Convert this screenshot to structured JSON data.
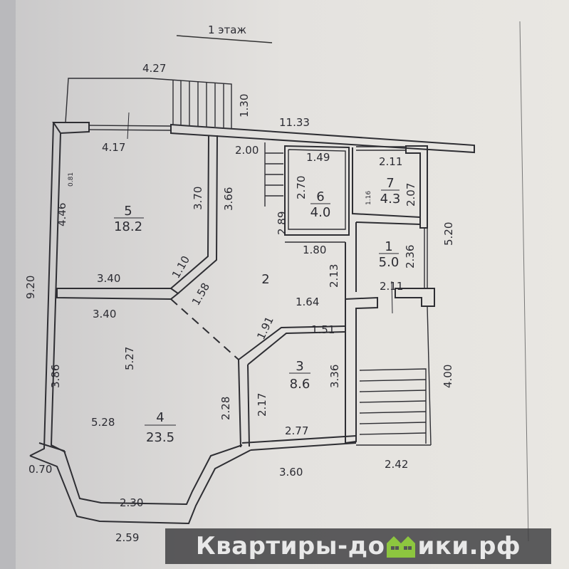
{
  "title": "1 этаж",
  "rooms": [
    {
      "number": "5",
      "area": "18.2"
    },
    {
      "number": "6",
      "area": "4.0"
    },
    {
      "number": "7",
      "area": "4.3"
    },
    {
      "number": "1",
      "area": "5.0"
    },
    {
      "number": "2",
      "area": ""
    },
    {
      "number": "3",
      "area": "8.6"
    },
    {
      "number": "4",
      "area": "23.5"
    }
  ],
  "dimensions": {
    "porch_width": "4.27",
    "porch_depth": "1.30",
    "overall_top": "11.33",
    "room5_top": "4.17",
    "window_small": "0.81",
    "room5_left": "4.46",
    "room5_right_inner": "3.70",
    "hall_left": "3.66",
    "stairs_width": "2.00",
    "room6_top": "1.49",
    "room6_side": "2.70",
    "room7_top": "2.11",
    "room7_door": "1.16",
    "room7_side": "2.07",
    "right_upper": "5.20",
    "hall_stair": "2.89",
    "hall_mid": "1.80",
    "room1_side": "2.36",
    "hall_right": "2.13",
    "room1_bottom": "2.11",
    "room5_bottom": "3.40",
    "diag_short": "1.10",
    "left_overall": "9.20",
    "diag_door": "1.58",
    "room4_top": "3.40",
    "hall_low": "1.64",
    "diag_room3": "1.91",
    "room3_top": "1.51",
    "room4_depth": "5.27",
    "room4_left": "3.86",
    "room3_side": "3.36",
    "right_lower": "4.00",
    "room3_left": "2.17",
    "room4_right": "2.28",
    "room4_width": "5.28",
    "room3_bottom": "2.77",
    "bay_side": "0.70",
    "bay_inner": "2.30",
    "bottom_mid": "3.60",
    "bottom_right": "2.42",
    "bay_outer": "2.59"
  },
  "watermark": {
    "left": "Квартиры-до",
    "right": "ики.рф",
    "house_color": "#8dc63f"
  }
}
